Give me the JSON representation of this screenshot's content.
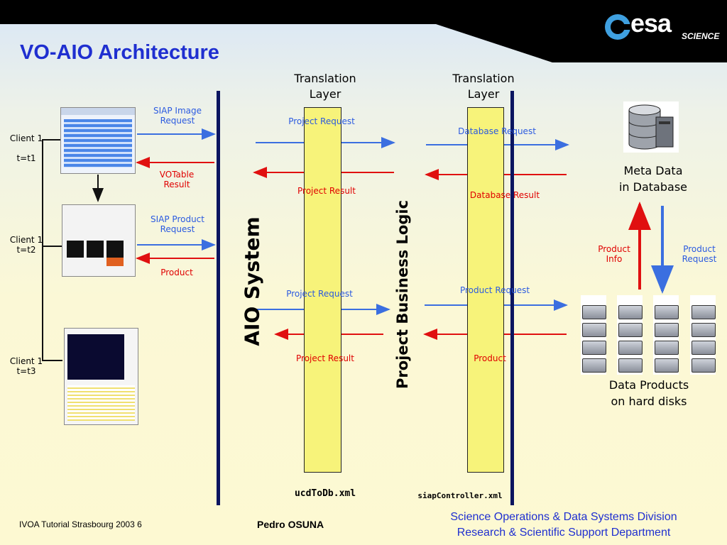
{
  "title": "VO-AIO Architecture",
  "logo": {
    "word": "esa",
    "sub": "SCIENCE"
  },
  "clients": [
    {
      "name": "Client 1",
      "time": "t=t1"
    },
    {
      "name": "Client 1",
      "time": "t=t2"
    },
    {
      "name": "Client 1",
      "time": "t=t3"
    }
  ],
  "client_messages": {
    "siap_image_request": "SIAP Image\nRequest",
    "votable_result": "VOTable\nResult",
    "siap_product_request": "SIAP Product\nRequest",
    "product": "Product"
  },
  "layers": {
    "translation_1": "Translation\nLayer",
    "translation_2": "Translation\nLayer",
    "aio_system": "AIO System",
    "business_logic": "Project Business Logic"
  },
  "flow_labels": {
    "project_request_1": "Project Request",
    "project_result_1": "Project Result",
    "project_request_2": "Project Request",
    "project_result_2": "Project Result",
    "database_request": "Database Request",
    "database_result": "Database Result",
    "product_request": "Product Request",
    "product": "Product"
  },
  "storage": {
    "meta_data": "Meta Data\nin Database",
    "product_info": "Product\nInfo",
    "product_request": "Product\nRequest",
    "data_products": "Data Products\non hard disks"
  },
  "files": {
    "left": "ucdToDb.xml",
    "right": "siapController.xml"
  },
  "footer": {
    "left": "IVOA Tutorial Strasbourg 2003 6",
    "center": "Pedro  OSUNA",
    "right_line1": "Science Operations & Data Systems Division",
    "right_line2": "Research & Scientific Support Department"
  },
  "colors": {
    "title": "#1f2fd0",
    "request_arrow": "#3b6fe0",
    "result_arrow": "#e01010",
    "column": "#f7f37a",
    "divider": "#0b1560"
  }
}
